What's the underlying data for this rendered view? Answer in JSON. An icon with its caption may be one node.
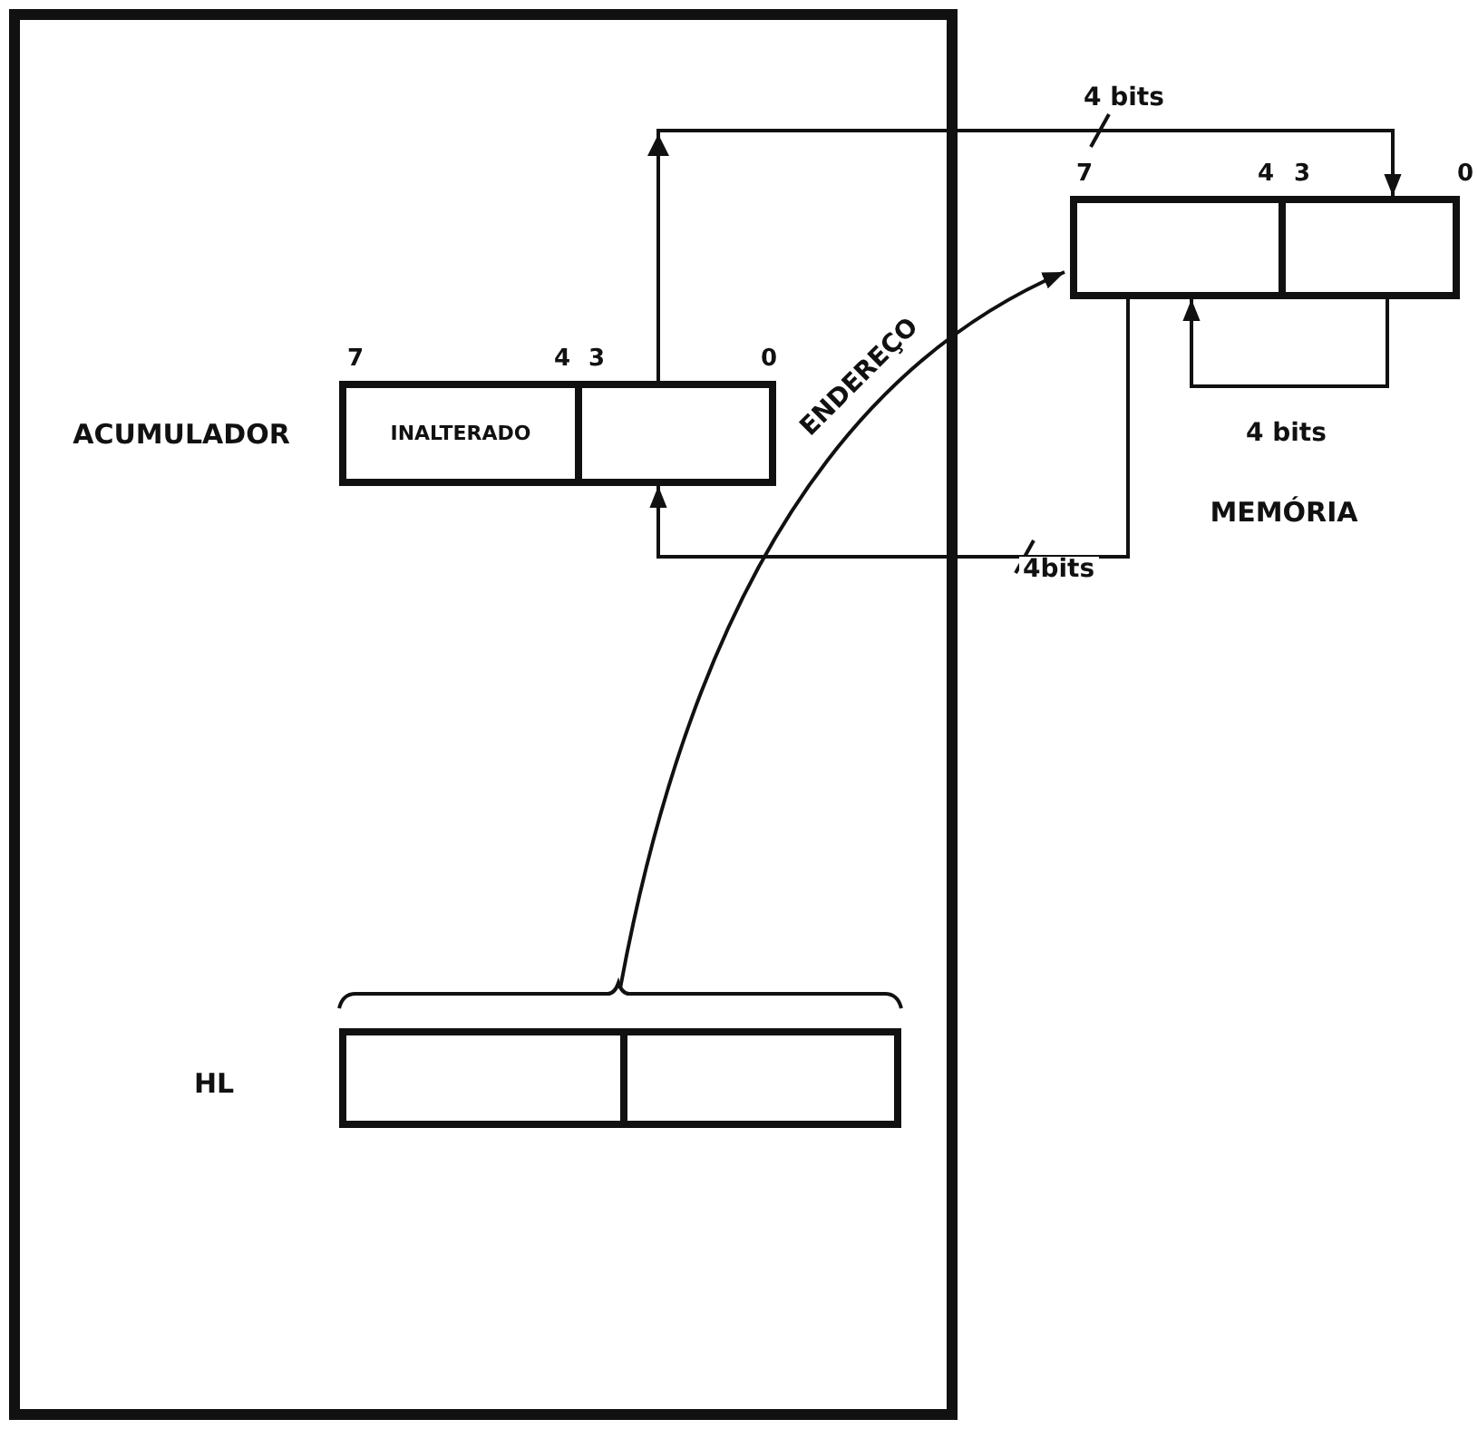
{
  "diagram": {
    "nodes": [
      {
        "text": [],
        "shape": "box"
      },
      {
        "text": [
          "INALTERADO"
        ],
        "in": 0
      },
      {
        "text": [],
        "shape": "box",
        "in": 0
      },
      {
        "text": [],
        "shape": "box"
      },
      {
        "text": [],
        "shape": "box"
      },
      {
        "text": [],
        "shape": "bar",
        "in": 0
      }
    ],
    "edges": [
      {
        "from": 2,
        "to": 4,
        "arrow": "to",
        "label": "4 bits"
      },
      {
        "from": 4,
        "to": 3,
        "arrow": "to",
        "label": "4 bits"
      },
      {
        "from": 3,
        "to": 2,
        "arrow": "to",
        "label": "4bits"
      },
      {
        "from": 5,
        "to": 3,
        "arrow": "to",
        "label": "ENDEREÇO"
      }
    ],
    "labels": [
      "7",
      "4",
      "3",
      "0",
      "7",
      "4",
      "3",
      "0",
      "ACUMULADOR",
      "MEMÓRIA",
      "HL"
    ]
  }
}
